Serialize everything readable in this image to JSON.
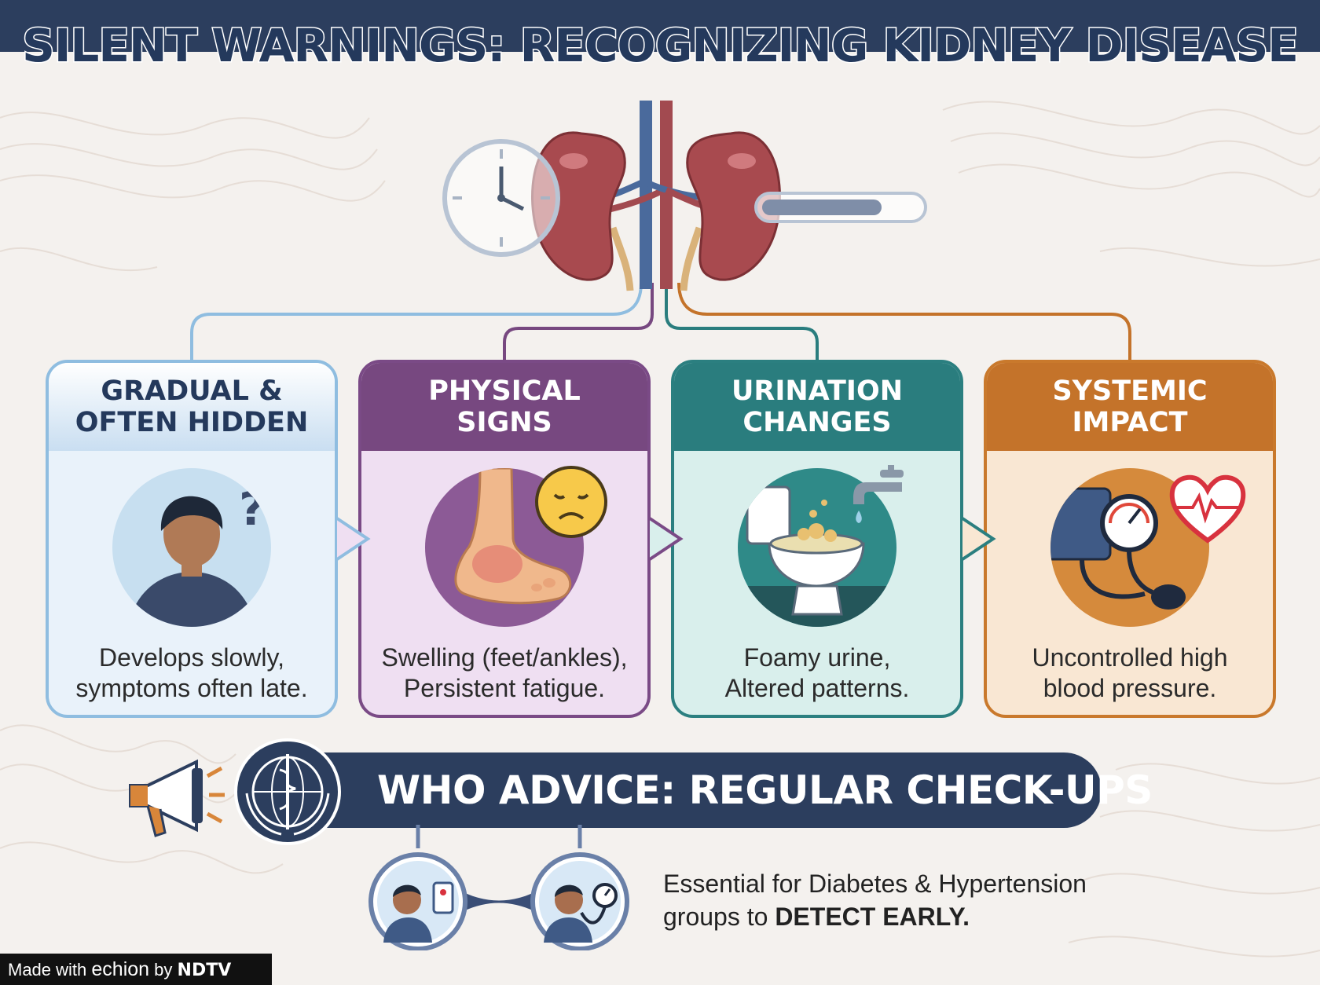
{
  "title": "SILENT WARNINGS: RECOGNIZING KIDNEY DISEASE",
  "cards": [
    {
      "title": "GRADUAL &\nOFTEN HIDDEN",
      "text": "Develops slowly,\nsymptoms often late.",
      "color": "#8fbde0"
    },
    {
      "title": "PHYSICAL\nSIGNS",
      "text": "Swelling (feet/ankles),\nPersistent fatigue.",
      "color": "#774880"
    },
    {
      "title": "URINATION\nCHANGES",
      "text": "Foamy urine,\nAltered patterns.",
      "color": "#2a7d7e"
    },
    {
      "title": "SYSTEMIC\nIMPACT",
      "text": "Uncontrolled high\nblood pressure.",
      "color": "#c4732a"
    }
  ],
  "advice": {
    "banner": "WHO ADVICE: REGULAR CHECK-UPS",
    "text_line1": "Essential for Diabetes & Hypertension",
    "text_line2_prefix": "groups to ",
    "text_line2_emphasis": "DETECT EARLY."
  },
  "footer": {
    "made_with": "Made with ",
    "brand": "echion",
    "by": " by ",
    "ndtv": "NDTV"
  },
  "icons": [
    "kidney-icon",
    "clock-icon",
    "progress-bar-icon",
    "person-question-icon",
    "swollen-foot-icon",
    "sad-face-icon",
    "toilet-icon",
    "faucet-icon",
    "blood-pressure-monitor-icon",
    "heart-pulse-icon",
    "megaphone-icon",
    "who-emblem-icon",
    "glucose-test-icon",
    "bp-check-icon"
  ],
  "colors": {
    "navy": "#2c3e5e",
    "blue": "#8fbde0",
    "purple": "#774880",
    "teal": "#2a7d7e",
    "orange": "#c4732a",
    "kidney": "#a84a4f"
  }
}
